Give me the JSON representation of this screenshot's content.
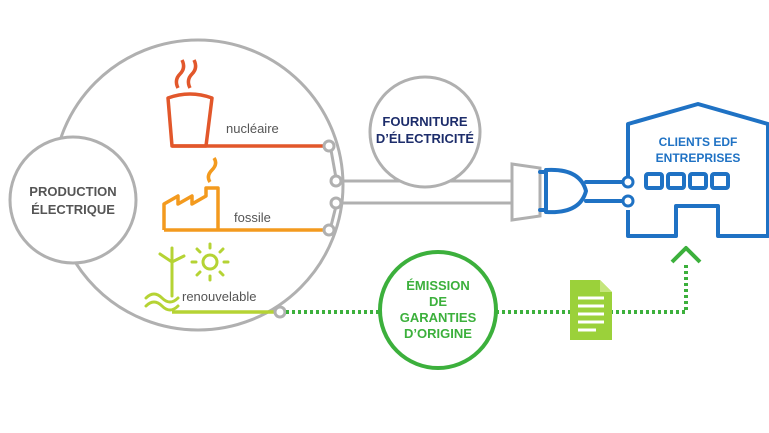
{
  "production": {
    "line1": "PRODUCTION",
    "line2": "ÉLECTRIQUE"
  },
  "sources": {
    "nuclear": "nucléaire",
    "fossil": "fossile",
    "renewable": "renouvelable"
  },
  "supply": {
    "line1": "FOURNITURE",
    "line2": "D’ÉLECTRICITÉ"
  },
  "clients": {
    "line1": "CLIENTS EDF",
    "line2": "ENTREPRISES"
  },
  "emission": {
    "line1": "ÉMISSION",
    "line2": "DE",
    "line3": "GARANTIES",
    "line4": "D’ORIGINE"
  },
  "icons": {
    "nuclear": "nuclear-plant-icon",
    "fossil": "factory-icon",
    "renewable": "wind-solar-icon",
    "plug": "power-plug-icon",
    "document": "document-icon",
    "building": "building-icon",
    "arrow": "arrow-up-icon"
  },
  "colors": {
    "gray": "#b0b0b0",
    "dark_text": "#555555",
    "nuclear": "#e2572b",
    "fossil": "#f39a1e",
    "renewable": "#b5d334",
    "green": "#3cb03c",
    "blue": "#1f72c4",
    "navy": "#1d2d6b",
    "doc_green": "#9bd13a"
  }
}
